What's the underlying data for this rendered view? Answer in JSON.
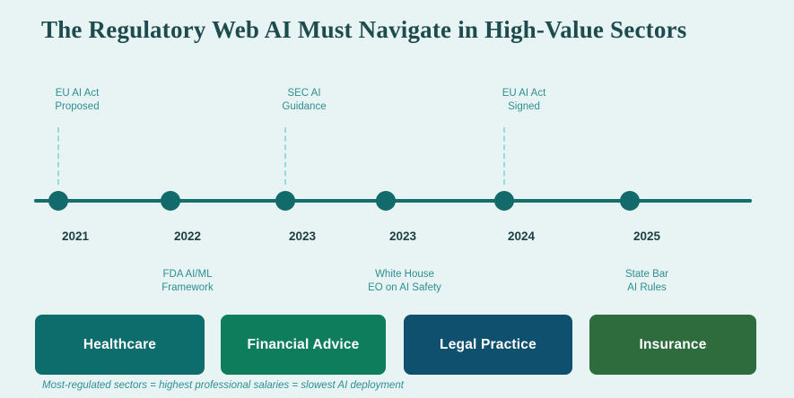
{
  "title": "The Regulatory Web AI Must Navigate in High-Value Sectors",
  "timeline": {
    "milestones": [
      {
        "year": "2021",
        "event": [
          "EU AI Act",
          "Proposed"
        ],
        "position": "above"
      },
      {
        "year": "2022",
        "event": [
          "FDA AI/ML",
          "Framework"
        ],
        "position": "below"
      },
      {
        "year": "2023",
        "event": [
          "SEC AI",
          "Guidance"
        ],
        "position": "above"
      },
      {
        "year": "2023",
        "event": [
          "White House",
          "EO on AI Safety"
        ],
        "position": "below"
      },
      {
        "year": "2024",
        "event": [
          "EU AI Act",
          "Signed"
        ],
        "position": "above"
      },
      {
        "year": "2025",
        "event": [
          "State Bar",
          "AI Rules"
        ],
        "position": "below"
      }
    ]
  },
  "sectors": [
    {
      "label": "Healthcare",
      "color": "#0d6c6c"
    },
    {
      "label": "Financial Advice",
      "color": "#0e7d5c"
    },
    {
      "label": "Legal Practice",
      "color": "#10506f"
    },
    {
      "label": "Insurance",
      "color": "#2e6c3d"
    }
  ],
  "footnote": "Most-regulated sectors = highest professional salaries = slowest AI deployment",
  "colors": {
    "background": "#e8f4f3",
    "timeline": "#136e6e",
    "dashed_connector": "#9bd8dc",
    "title_text": "#1e4b4d",
    "event_label_text": "#2e8e92",
    "year_text": "#1c3e44"
  }
}
